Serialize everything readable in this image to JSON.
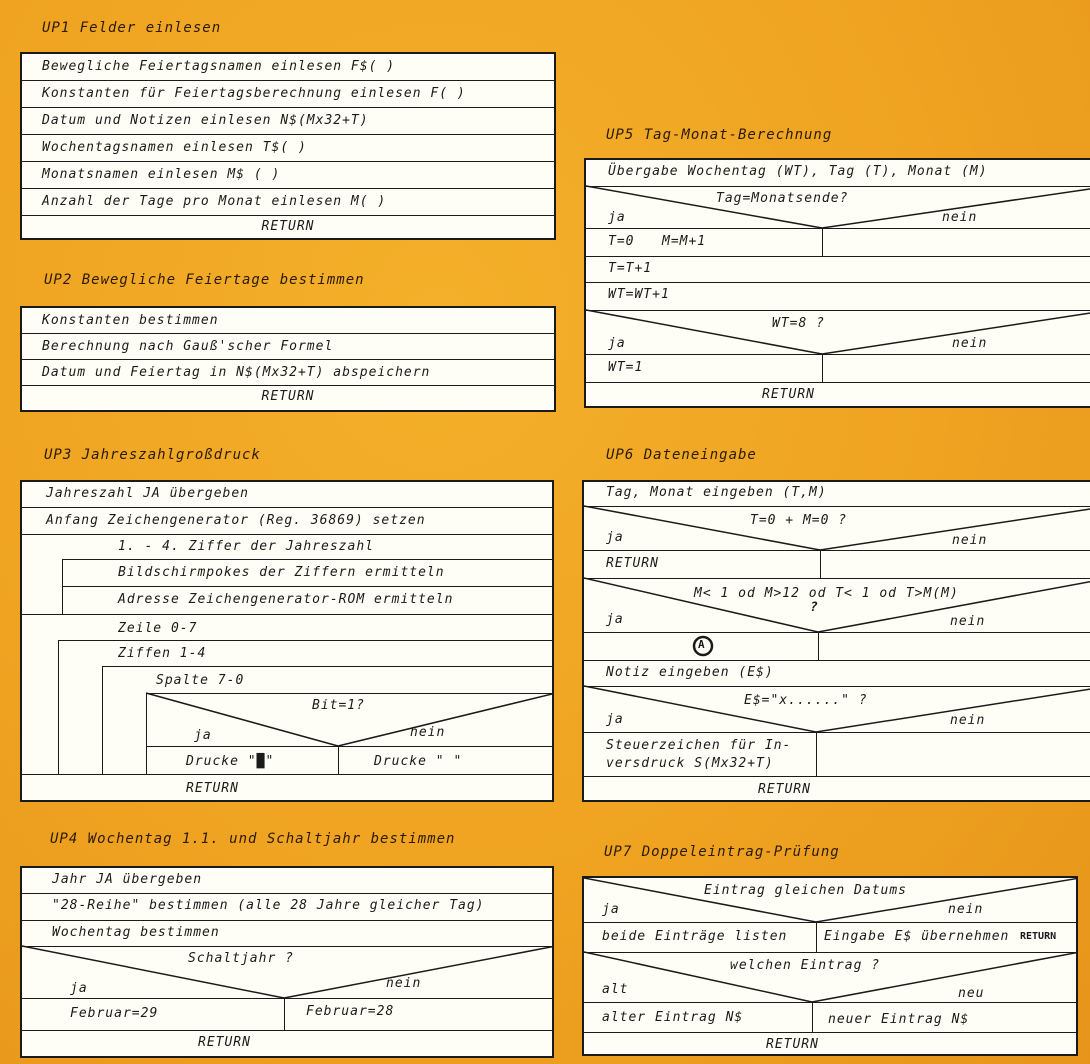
{
  "up1": {
    "title": "UP1 Felder einlesen",
    "steps": [
      "Bewegliche Feiertagsnamen einlesen F$( )",
      "Konstanten für Feiertagsberechnung einlesen F( )",
      "Datum und Notizen einlesen N$(Mx32+T)",
      "Wochentagsnamen einlesen T$( )",
      "Monatsnamen einlesen M$ ( )",
      "Anzahl der Tage pro Monat einlesen M( )"
    ],
    "return": "RETURN"
  },
  "up2": {
    "title": "UP2 Bewegliche Feiertage bestimmen",
    "steps": [
      "Konstanten bestimmen",
      "Berechnung nach Gauß'scher Formel",
      "Datum und Feiertag in N$(Mx32+T) abspeichern"
    ],
    "return": "RETURN"
  },
  "up3": {
    "title": "UP3 Jahreszahlgroßdruck",
    "step1": "Jahreszahl JA übergeben",
    "step2": "Anfang Zeichengenerator (Reg. 36869) setzen",
    "loop_outer": "1. - 4. Ziffer der Jahreszahl",
    "inner1": "Bildschirmpokes der Ziffern ermitteln",
    "inner2": "Adresse Zeichengenerator-ROM ermitteln",
    "loop_zeile": "Zeile 0-7",
    "loop_ziffer": "Ziffen 1-4",
    "loop_spalte": "Spalte 7-0",
    "cond": "Bit=1?",
    "yes": "ja",
    "no": "nein",
    "yes_action": "Drucke \"█\"",
    "no_action": "Drucke \" \"",
    "return": "RETURN"
  },
  "up4": {
    "title": "UP4 Wochentag 1.1. und Schaltjahr bestimmen",
    "steps": [
      "Jahr JA übergeben",
      "\"28-Reihe\" bestimmen (alle 28 Jahre gleicher Tag)",
      "Wochentag bestimmen"
    ],
    "cond": "Schaltjahr ?",
    "yes": "ja",
    "no": "nein",
    "yes_action": "Februar=29",
    "no_action": "Februar=28",
    "return": "RETURN"
  },
  "up5": {
    "title": "UP5 Tag-Monat-Berechnung",
    "step1": "Übergabe Wochentag (WT), Tag (T), Monat (M)",
    "cond1": "Tag=Monatsende?",
    "yes": "ja",
    "no": "nein",
    "yes1a": "T=0",
    "yes1b": "M=M+1",
    "step2": "T=T+1",
    "step3": "WT=WT+1",
    "cond2": "WT=8 ?",
    "yes2": "WT=1",
    "return": "RETURN"
  },
  "up6": {
    "title": "UP6 Dateneingabe",
    "step1": "Tag, Monat eingeben (T,M)",
    "cond1": "T=0 + M=0 ?",
    "yes": "ja",
    "no": "nein",
    "yes1": "RETURN",
    "cond2": "M< 1 od M>12 od T< 1 od T>M(M)",
    "cond2_mark": "?",
    "connector": "A",
    "step2": "Notiz eingeben (E$)",
    "cond3": "E$=\"x......\" ?",
    "yes3a": "Steuerzeichen für In-",
    "yes3b": "versdruck S(Mx32+T)",
    "return": "RETURN"
  },
  "up7": {
    "title": "UP7 Doppeleintrag-Prüfung",
    "cond1": "Eintrag gleichen Datums",
    "yes": "ja",
    "no": "nein",
    "yes1": "beide Einträge listen",
    "no1": "Eingabe E$ übernehmen",
    "no1_ret": "RETURN",
    "cond2": "welchen Eintrag ?",
    "alt": "alt",
    "neu": "neu",
    "alt_action": "alter Eintrag N$",
    "neu_action": "neuer Eintrag N$",
    "return": "RETURN"
  }
}
